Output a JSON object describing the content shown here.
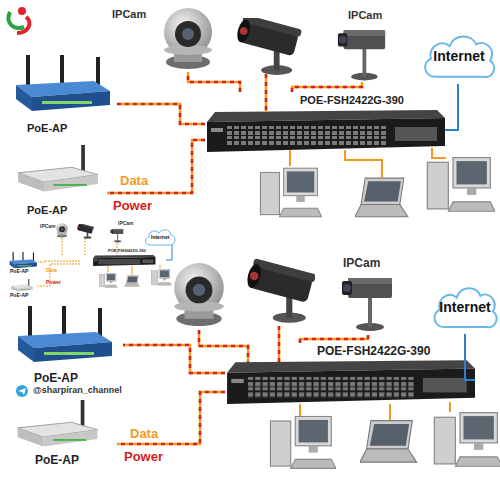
{
  "diagram": {
    "nodes": [
      {
        "text": [
          "IPCam"
        ]
      },
      {
        "text": [
          "IPCam"
        ]
      },
      {
        "text": [
          "POE-FSH2422G-390"
        ]
      },
      {
        "text": [
          "Internet"
        ]
      },
      {
        "text": [
          "PoE-AP"
        ]
      },
      {
        "text": [
          "PoE-AP"
        ]
      },
      {
        "text": [
          "IPCam"
        ]
      },
      {
        "text": [
          "POE-FSH2422G-390"
        ]
      },
      {
        "text": [
          "Internet"
        ]
      },
      {
        "text": [
          "PoE-AP"
        ]
      },
      {
        "text": [
          "PoE-AP"
        ]
      }
    ],
    "edges": [
      {
        "from": 2,
        "to": 0,
        "arrow": "none"
      },
      {
        "from": 2,
        "to": 1,
        "arrow": "none"
      },
      {
        "from": 2,
        "to": 3,
        "arrow": "none"
      },
      {
        "from": 2,
        "to": 4,
        "arrow": "none"
      },
      {
        "from": 2,
        "to": 5,
        "arrow": "none"
      },
      {
        "from": 7,
        "to": 6,
        "arrow": "none"
      },
      {
        "from": 7,
        "to": 8,
        "arrow": "none"
      },
      {
        "from": 7,
        "to": 9,
        "arrow": "none"
      },
      {
        "from": 7,
        "to": 10,
        "arrow": "none"
      }
    ],
    "labels": [
      "Data",
      "Power",
      "IPCam",
      "IPCam",
      "Internet",
      "POE-FSH2422G-390",
      "PoE-AP",
      "Data",
      "Power",
      "PoE-AP",
      "@sharpiran_channel",
      "Data",
      "Power"
    ]
  }
}
